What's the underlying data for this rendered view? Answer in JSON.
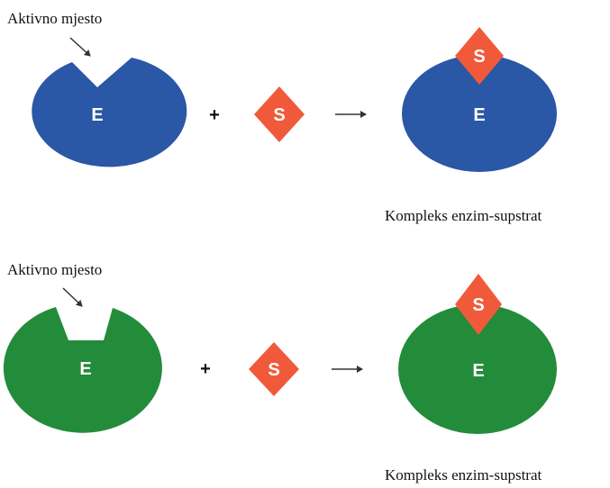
{
  "colors": {
    "enzyme_blue": "#2a57a6",
    "enzyme_green": "#238c3a",
    "substrate": "#f05a3a",
    "text": "#111111",
    "arrow": "#333333",
    "glyph": "#ffffff"
  },
  "rows": [
    {
      "active_site_label": "Aktivno mjesto",
      "enzyme_letter": "E",
      "plus_sign": "+",
      "substrate_letter": "S",
      "product_enzyme_letter": "E",
      "product_substrate_letter": "S",
      "complex_label": "Kompleks enzim-supstrat"
    },
    {
      "active_site_label": "Aktivno mjesto",
      "enzyme_letter": "E",
      "plus_sign": "+",
      "substrate_letter": "S",
      "product_enzyme_letter": "E",
      "product_substrate_letter": "S",
      "complex_label": "Kompleks enzim-supstrat"
    }
  ]
}
